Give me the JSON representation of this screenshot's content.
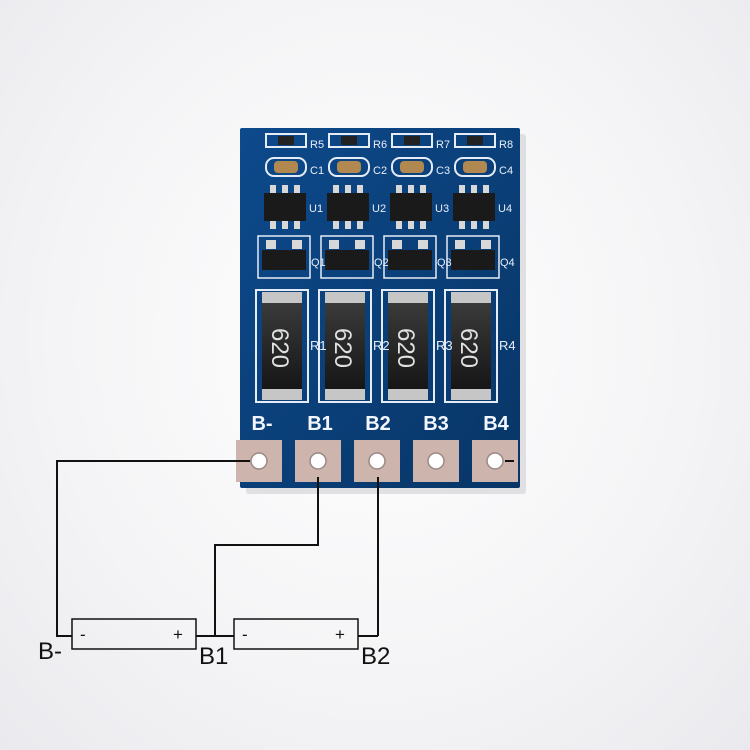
{
  "board": {
    "pads": [
      "B-",
      "B1",
      "B2",
      "B3",
      "B4"
    ],
    "resistors": [
      {
        "ref": "R1",
        "marking": "620"
      },
      {
        "ref": "R2",
        "marking": "620"
      },
      {
        "ref": "R3",
        "marking": "620"
      },
      {
        "ref": "R4",
        "marking": "620"
      }
    ],
    "top_resistors": [
      "R5",
      "R6",
      "R7",
      "R8"
    ],
    "capacitors": [
      "C1",
      "C2",
      "C3",
      "C4"
    ],
    "ics": [
      "U1",
      "U2",
      "U3",
      "U4"
    ],
    "transistors": [
      "Q1",
      "Q2",
      "Q3",
      "Q4"
    ],
    "colors": {
      "pcb": "#0a3f7a",
      "pad": "#cfb6b0",
      "wire": "#111111"
    }
  },
  "wiring": {
    "labels": [
      "B-",
      "B1",
      "B2"
    ],
    "battery_signs": {
      "minus": "-",
      "plus": "+"
    }
  }
}
